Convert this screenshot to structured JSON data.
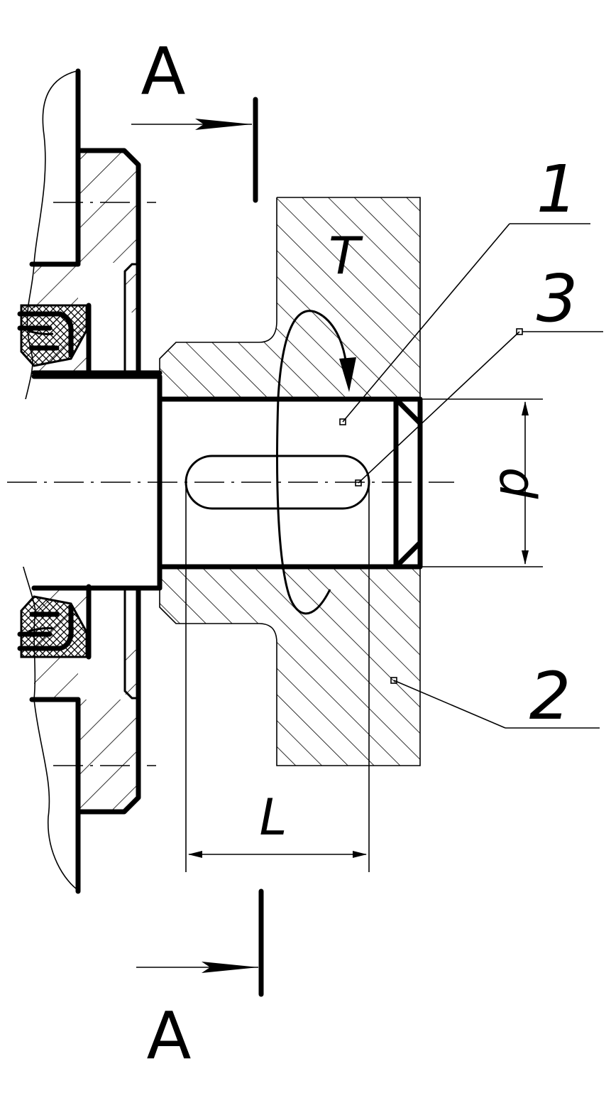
{
  "labels": {
    "section_top": "A",
    "section_bottom": "A",
    "torque": "T",
    "diameter": "d",
    "length": "L",
    "part_1": "1",
    "part_2": "2",
    "part_3": "3"
  }
}
